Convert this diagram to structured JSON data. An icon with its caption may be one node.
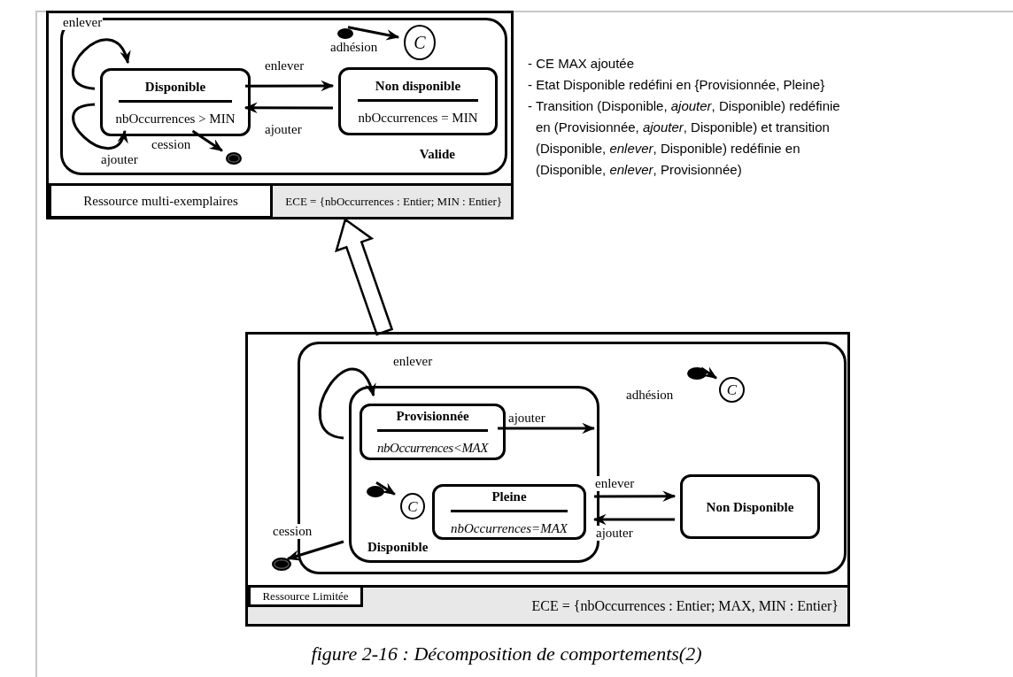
{
  "diagram": {
    "caption": "figure 2-16 : Décomposition de comportements(2)",
    "nodes": [
      {
        "text": [
          "ECE = {nbOccurrences : Entier; MIN : Entier}"
        ]
      },
      {
        "text": [
          "Ressource multi-exemplaires"
        ],
        "in": 0
      },
      {
        "text": [
          "Valide"
        ],
        "in": 0
      },
      {
        "text": [
          "Disponible",
          "nbOccurrences > MIN"
        ],
        "in": 2
      },
      {
        "text": [
          "Non disponible",
          "nbOccurrences = MIN"
        ],
        "in": 2
      },
      {
        "text": [],
        "shape": "circle",
        "in": 2
      },
      {
        "text": [
          "C"
        ],
        "in": 2
      },
      {
        "text": [],
        "shape": "bullseye",
        "in": 2
      },
      {
        "text": [
          "ECE = {nbOccurrences : Entier; MAX, MIN : Entier}"
        ]
      },
      {
        "text": [
          "Ressource Limitée"
        ],
        "in": 8
      },
      {
        "text": [],
        "shape": "box",
        "in": 8
      },
      {
        "text": [
          "Disponible"
        ],
        "in": 10
      },
      {
        "text": [
          "Provisionnée",
          "nbOccurrences<MAX"
        ],
        "in": 11
      },
      {
        "text": [],
        "shape": "circle",
        "in": 11
      },
      {
        "text": [
          "C"
        ],
        "in": 11
      },
      {
        "text": [
          "Pleine",
          "nbOccurrences=MAX"
        ],
        "in": 11
      },
      {
        "text": [
          "Non Disponible"
        ],
        "in": 10
      },
      {
        "text": [],
        "shape": "circle",
        "in": 10
      },
      {
        "text": [
          "C"
        ],
        "in": 10
      },
      {
        "text": [],
        "shape": "bullseye",
        "in": 8
      }
    ],
    "edges": [
      {
        "from": 3,
        "to": 3,
        "arrow": "to",
        "label": "enlever"
      },
      {
        "from": 3,
        "to": 3,
        "arrow": "to",
        "label": "ajouter"
      },
      {
        "from": 3,
        "to": 4,
        "arrow": "to",
        "label": "enlever"
      },
      {
        "from": 4,
        "to": 3,
        "arrow": "to",
        "label": "ajouter"
      },
      {
        "from": 5,
        "to": 6,
        "arrow": "to",
        "label": "adhésion"
      },
      {
        "from": 3,
        "to": 7,
        "arrow": "to",
        "label": "cession"
      },
      {
        "from": 11,
        "to": 12,
        "arrow": "to",
        "label": "enlever"
      },
      {
        "from": 12,
        "to": 11,
        "arrow": "to",
        "label": "ajouter"
      },
      {
        "from": 11,
        "to": 16,
        "arrow": "to",
        "label": "enlever"
      },
      {
        "from": 16,
        "to": 11,
        "arrow": "to",
        "label": "ajouter"
      },
      {
        "from": 13,
        "to": 14,
        "arrow": "to"
      },
      {
        "from": 17,
        "to": 18,
        "arrow": "to",
        "label": "adhésion"
      },
      {
        "from": 11,
        "to": 19,
        "arrow": "to",
        "label": "cession"
      },
      {
        "from": 8,
        "to": 0,
        "arrow": "to",
        "style": "thick"
      }
    ],
    "labels": [
      "- CE MAX  ajoutée",
      "- Etat Disponible redéfini en {Provisionnée, Pleine}",
      "- Transition (Disponible, *ajouter*, Disponible) redéfinie en (Provisionnée, *ajouter*, Disponible) et transition (Disponible, *enlever*, Disponible) redéfinie en (Disponible, *enlever*, Provisionnée)"
    ]
  }
}
